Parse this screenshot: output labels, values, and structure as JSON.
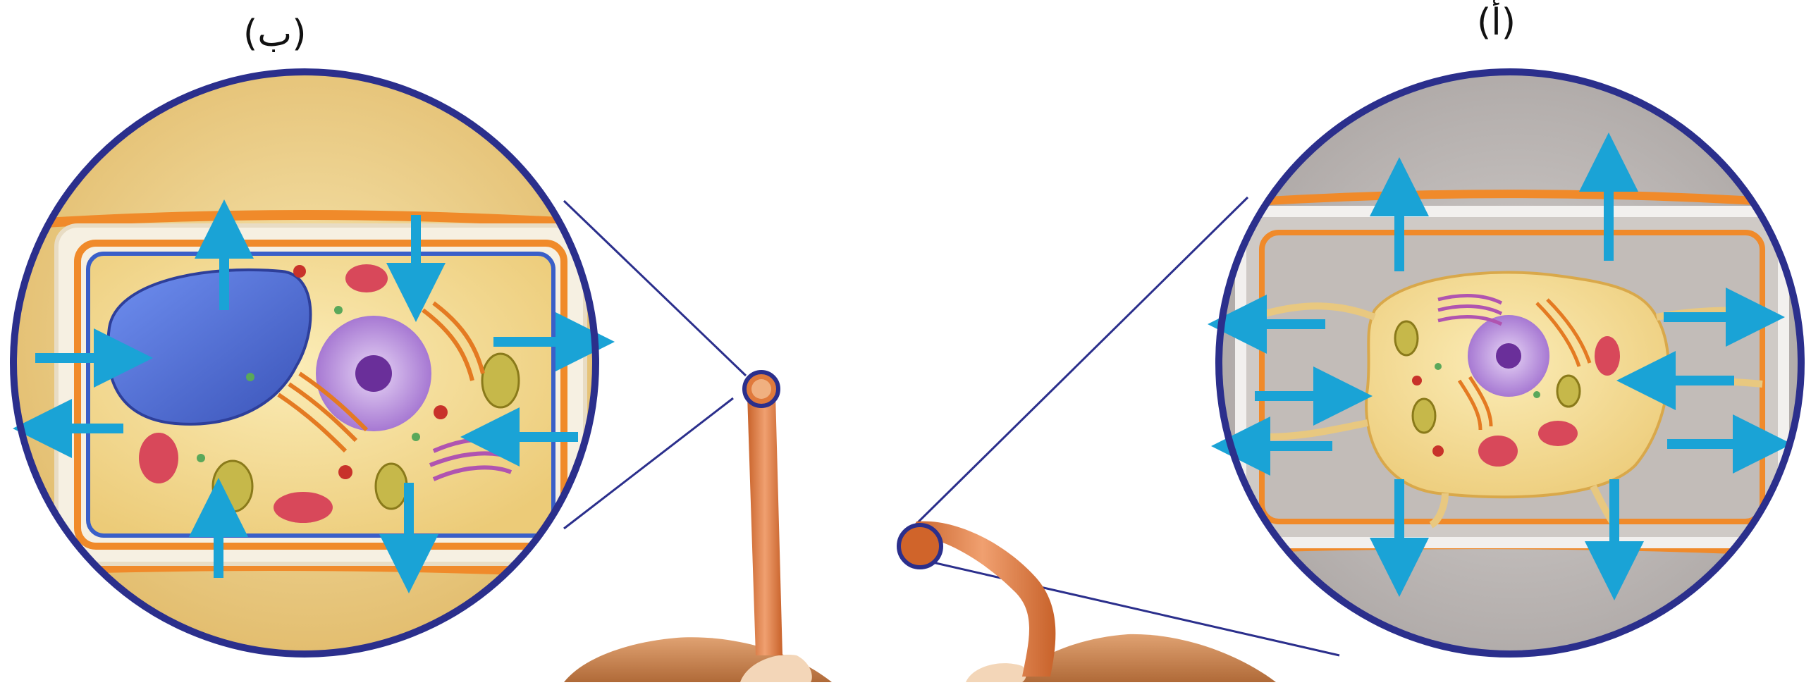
{
  "panels": {
    "left": {
      "label": "(ب)"
    },
    "right": {
      "label": "(أ)"
    }
  },
  "colors": {
    "circle_border": "#2b2f8c",
    "wall_orange": "#f08a2a",
    "membrane_blue": "#3a5fc8",
    "arrow_cyan": "#1aa3d6",
    "cytoplasm_yellow": "#f4dc8c",
    "nucleus_purple": "#b48ad8",
    "vacuole_blue": "#4a6ee0",
    "mito_red": "#d8485a",
    "stem_orange": "#e07a3c"
  },
  "icons": [
    "plant-cell-turgid",
    "plant-cell-plasmolyzed",
    "water-flow-arrow",
    "stem",
    "wilted-stem"
  ]
}
